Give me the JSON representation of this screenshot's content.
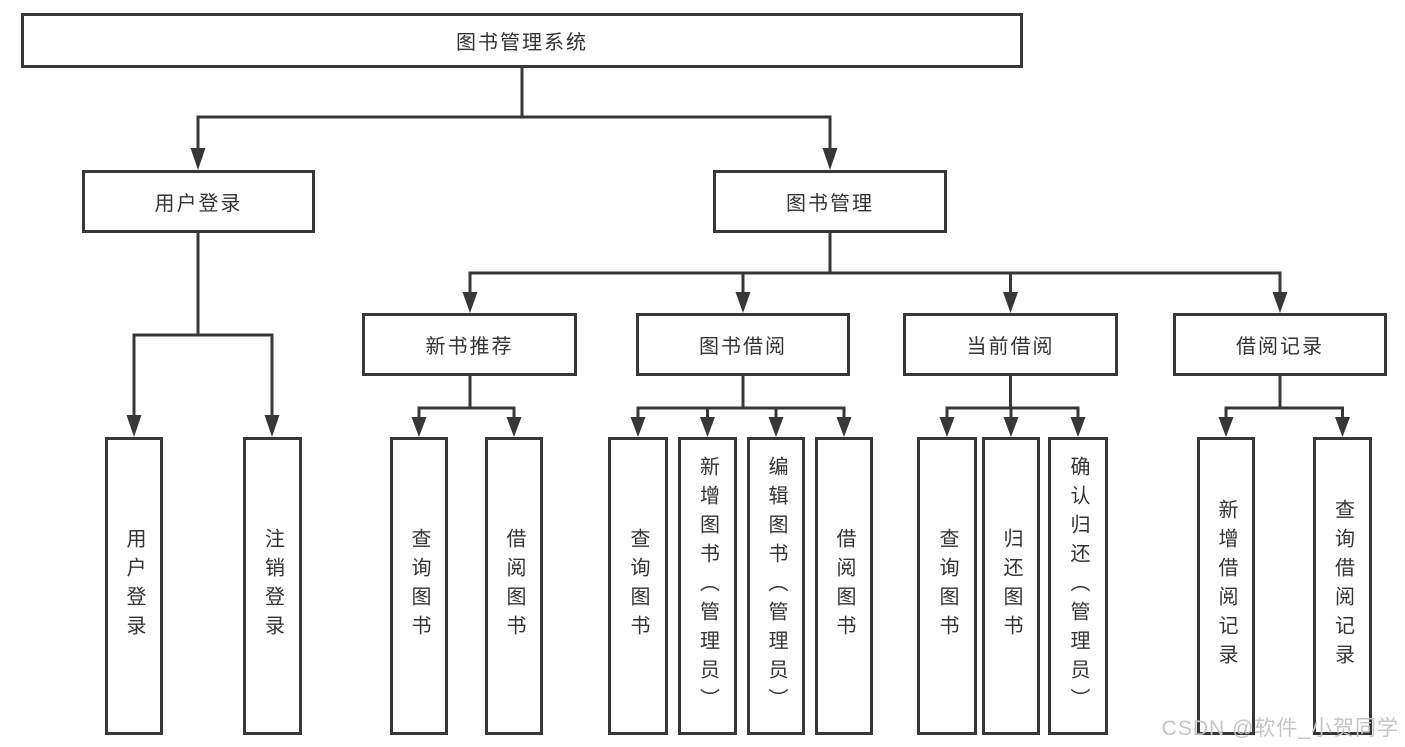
{
  "tree": {
    "root": {
      "label": "图书管理系统"
    },
    "branches": [
      {
        "label": "用户登录",
        "children": [
          {
            "label": "用户登录"
          },
          {
            "label": "注销登录"
          }
        ]
      },
      {
        "label": "图书管理",
        "modules": [
          {
            "label": "新书推荐",
            "children": [
              {
                "label": "查询图书"
              },
              {
                "label": "借阅图书"
              }
            ]
          },
          {
            "label": "图书借阅",
            "children": [
              {
                "label": "查询图书"
              },
              {
                "label": "新增图书（管理员）"
              },
              {
                "label": "编辑图书（管理员）"
              },
              {
                "label": "借阅图书"
              }
            ]
          },
          {
            "label": "当前借阅",
            "children": [
              {
                "label": "查询图书"
              },
              {
                "label": "归还图书"
              },
              {
                "label": "确认归还（管理员）"
              }
            ]
          },
          {
            "label": "借阅记录",
            "children": [
              {
                "label": "新增借阅记录"
              },
              {
                "label": "查询借阅记录"
              }
            ]
          }
        ]
      }
    ]
  },
  "watermark": "CSDN @软件_小贺同学",
  "colors": {
    "line": "#373737",
    "text": "#333333",
    "background": "#ffffff",
    "watermark": "#c5c5c5"
  }
}
